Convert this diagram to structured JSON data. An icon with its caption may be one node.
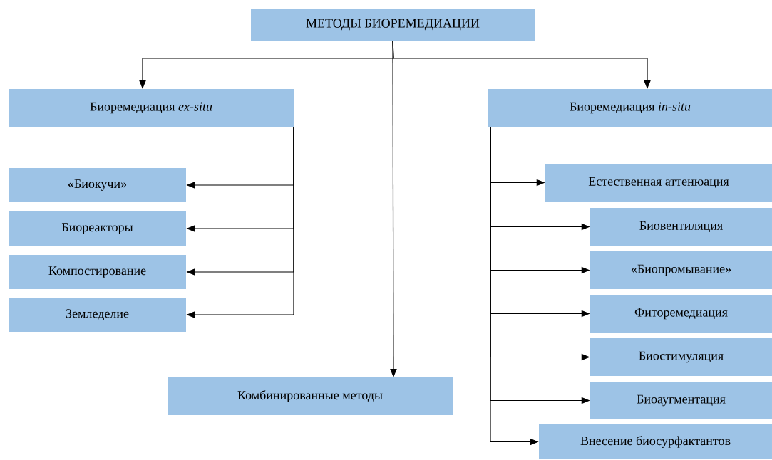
{
  "diagram": {
    "nodes": [
      {
        "text": [
          "МЕТОДЫ БИОРЕМЕДИАЦИИ"
        ]
      },
      {
        "text": [
          "Биоремедиация *ex-situ*"
        ]
      },
      {
        "text": [
          "Биоремедиация *in-situ*"
        ]
      },
      {
        "text": [
          "«Биокучи»"
        ]
      },
      {
        "text": [
          "Биореакторы"
        ]
      },
      {
        "text": [
          "Компостирование"
        ]
      },
      {
        "text": [
          "Земледелие"
        ]
      },
      {
        "text": [
          "Комбинированные методы"
        ]
      },
      {
        "text": [
          "Естественная аттенюация"
        ]
      },
      {
        "text": [
          "Биовентиляция"
        ]
      },
      {
        "text": [
          "«Биопромывание»"
        ]
      },
      {
        "text": [
          "Фиторемедиация"
        ]
      },
      {
        "text": [
          "Биостимуляция"
        ]
      },
      {
        "text": [
          "Биоаугментация"
        ]
      },
      {
        "text": [
          "Внесение биосурфактантов"
        ]
      }
    ],
    "edges": [
      {
        "from": 0,
        "to": 1,
        "arrow": "to"
      },
      {
        "from": 0,
        "to": 2,
        "arrow": "to"
      },
      {
        "from": 0,
        "to": 7,
        "arrow": "to"
      },
      {
        "from": 1,
        "to": 3,
        "arrow": "to"
      },
      {
        "from": 1,
        "to": 4,
        "arrow": "to"
      },
      {
        "from": 1,
        "to": 5,
        "arrow": "to"
      },
      {
        "from": 1,
        "to": 6,
        "arrow": "to"
      },
      {
        "from": 2,
        "to": 8,
        "arrow": "to"
      },
      {
        "from": 2,
        "to": 9,
        "arrow": "to"
      },
      {
        "from": 2,
        "to": 10,
        "arrow": "to"
      },
      {
        "from": 2,
        "to": 11,
        "arrow": "to"
      },
      {
        "from": 2,
        "to": 12,
        "arrow": "to"
      },
      {
        "from": 2,
        "to": 13,
        "arrow": "to"
      },
      {
        "from": 2,
        "to": 14,
        "arrow": "to"
      }
    ]
  }
}
